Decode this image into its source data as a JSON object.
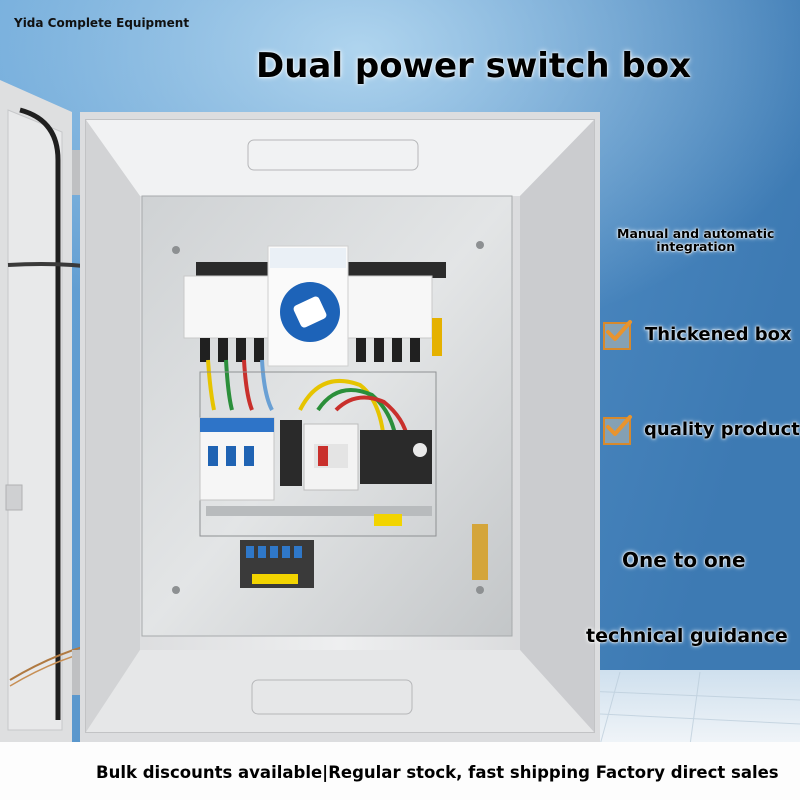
{
  "brand": {
    "name": "Yida Complete Equipment"
  },
  "title": "Dual power switch box",
  "features": {
    "manual_line1": "Manual and automatic",
    "manual_line2": "integration",
    "thickened": "Thickened box",
    "quality": "quality product",
    "one_to_one": "One to one",
    "technical": "technical guidance"
  },
  "footer": {
    "text": "Bulk discounts available|Regular stock, fast shipping Factory direct sales"
  },
  "colors": {
    "background": "#5a96c8",
    "checkbox": "#d7892c",
    "check_mark": "#e8942e",
    "box_body": "#e6e7e8"
  },
  "icons": [
    "checkbox-check-icon",
    "rotary-switch-knob"
  ]
}
